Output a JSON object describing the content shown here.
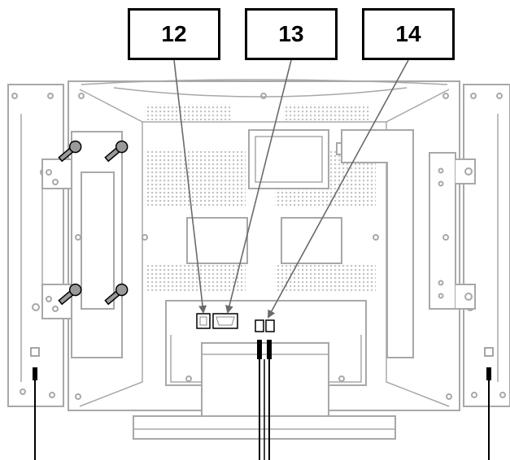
{
  "callouts": [
    {
      "id": "12",
      "label": "12"
    },
    {
      "id": "13",
      "label": "13"
    },
    {
      "id": "14",
      "label": "14"
    }
  ],
  "colors": {
    "line": "#a8a8a8",
    "ink": "#000000",
    "grille": "#c4c4c4"
  }
}
